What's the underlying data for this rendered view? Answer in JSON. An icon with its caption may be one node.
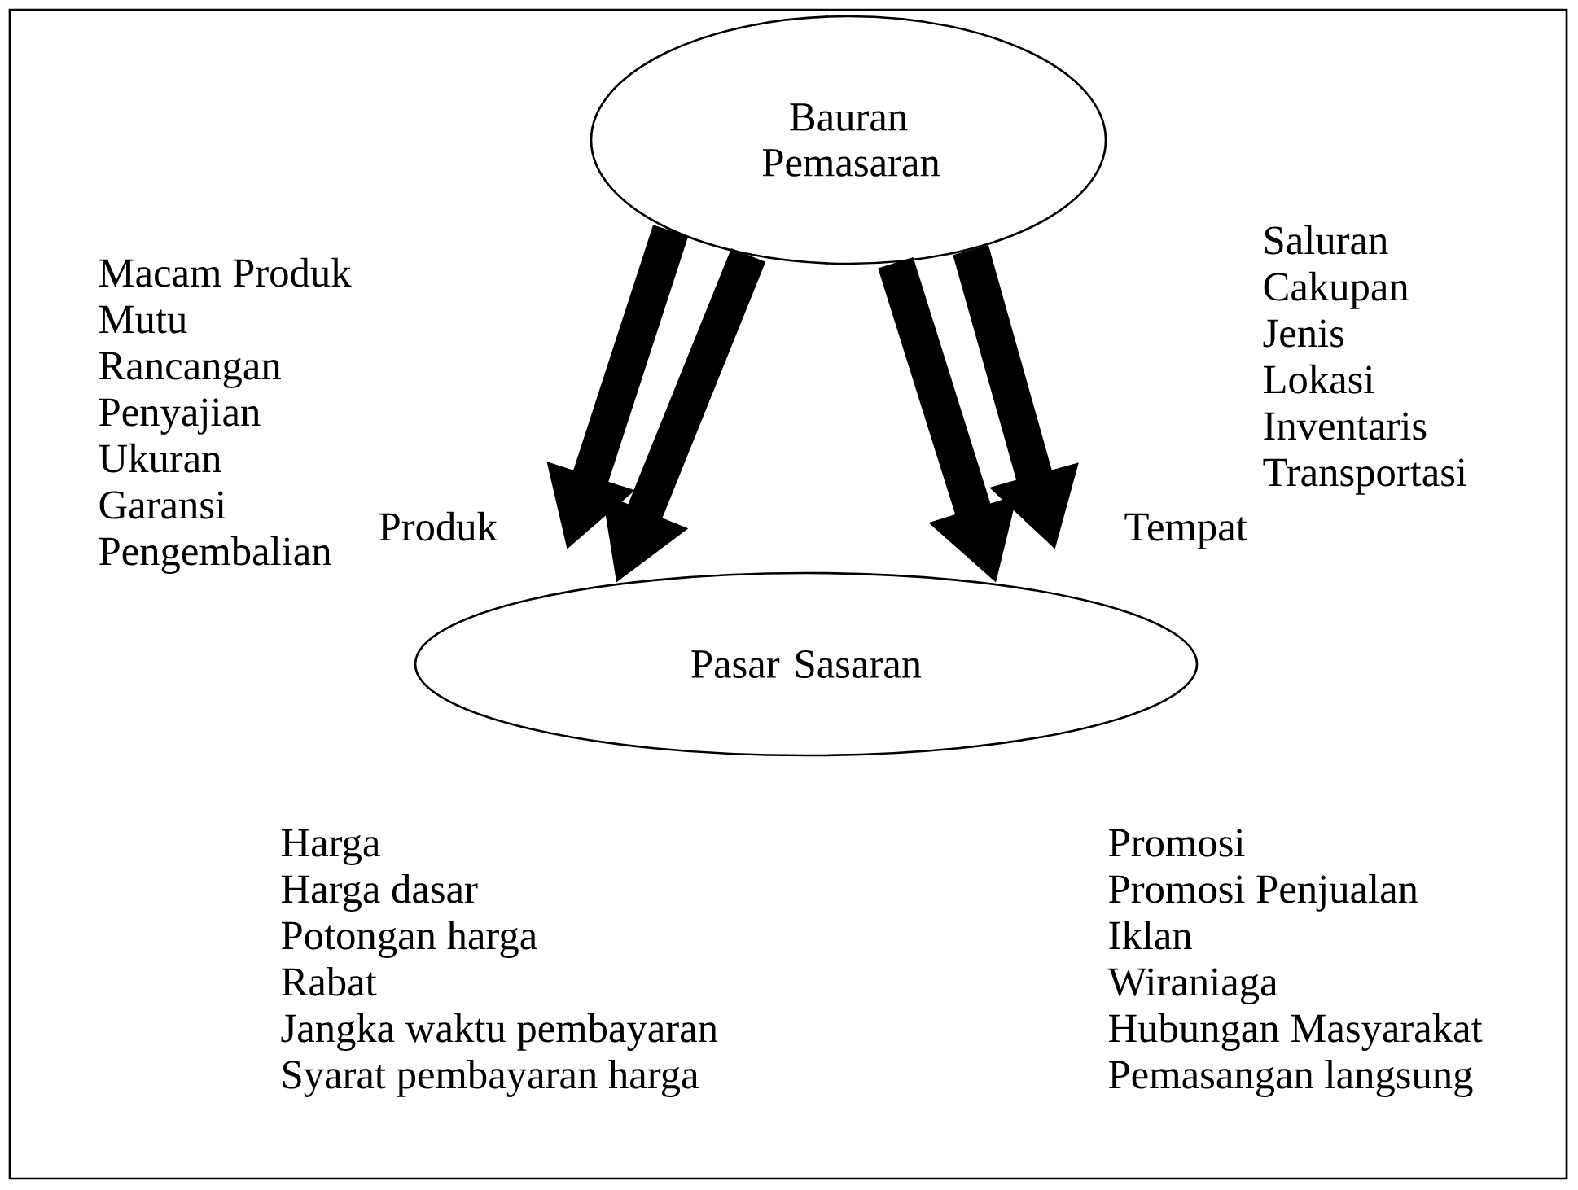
{
  "diagram": {
    "nodes": [
      {
        "text": [
          "Bauran Pemasaran"
        ]
      },
      {
        "text": [
          "Pasar Sasaran"
        ]
      }
    ],
    "edges": [
      {
        "from": 0,
        "to": null,
        "arrow": "to"
      },
      {
        "from": 0,
        "to": 1,
        "arrow": "to"
      },
      {
        "from": 0,
        "to": 1,
        "arrow": "to"
      },
      {
        "from": 0,
        "to": null,
        "arrow": "to"
      }
    ],
    "labels": [
      "Macam Produk",
      "Mutu",
      "Rancangan",
      "Penyajian",
      "Ukuran",
      "Garansi",
      "Pengembalian",
      "Saluran",
      "Cakupan",
      "Jenis",
      "Lokasi",
      "Inventaris",
      "Transportasi",
      "Produk",
      "Tempat",
      "Harga",
      "Harga dasar",
      "Potongan harga",
      "Rabat",
      "Jangka waktu pembayaran",
      "Syarat pembayaran harga",
      "Promosi",
      "Promosi Penjualan",
      "Iklan",
      "Wiraniaga",
      "Hubungan Masyarakat",
      "Pemasangan langsung"
    ]
  }
}
